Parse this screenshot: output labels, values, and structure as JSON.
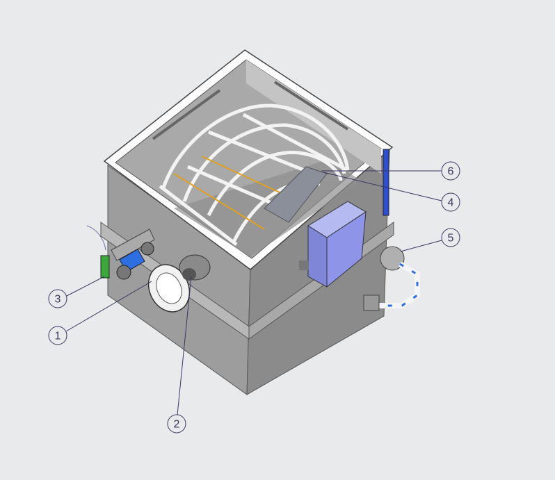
{
  "drawing": {
    "subject": "tank-assembly",
    "colors": {
      "background": "#e9eaec",
      "tank_body": "#9b9b9b",
      "tank_side": "#8c8c8c",
      "rim": "#ffffff",
      "motor_box": "#8e95e8",
      "pipe_blue": "#2d6fe0",
      "fitting_green": "#3aa83a",
      "leader": "#3a3560"
    }
  },
  "balloons": [
    {
      "id": "1",
      "label": "1"
    },
    {
      "id": "2",
      "label": "2"
    },
    {
      "id": "3",
      "label": "3"
    },
    {
      "id": "4",
      "label": "4"
    },
    {
      "id": "5",
      "label": "5"
    },
    {
      "id": "6",
      "label": "6"
    }
  ]
}
